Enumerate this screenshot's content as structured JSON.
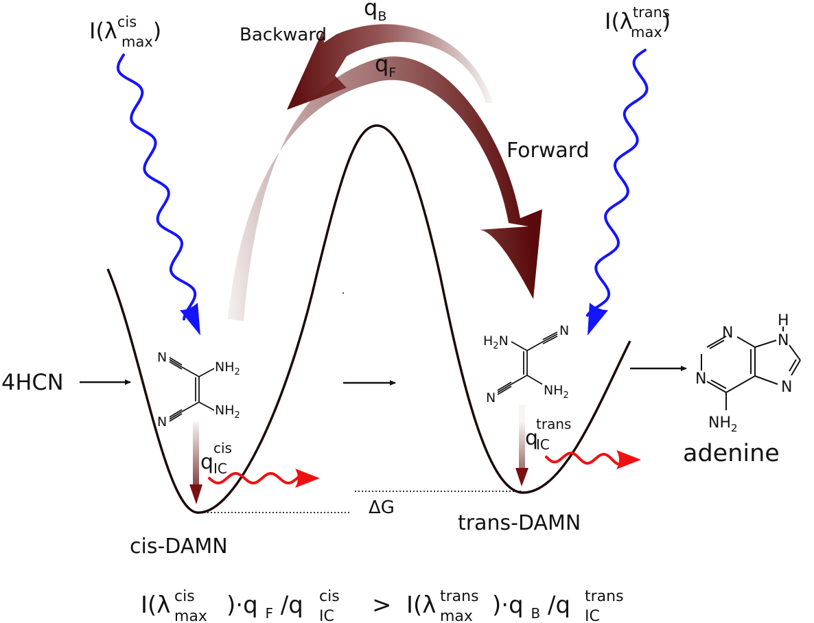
{
  "diagram": {
    "top_left_label": {
      "base": "I(λ",
      "sup": "cis",
      "sub": "max",
      "close": ")"
    },
    "top_right_label": {
      "base": "I(λ",
      "sup": "trans",
      "sub": "max",
      "close": ")"
    },
    "backward_label": "Backward",
    "forward_label": "Forward",
    "qB": {
      "base": "q",
      "sub": "B"
    },
    "qF": {
      "base": "q",
      "sub": "F"
    },
    "reactant": "4HCN",
    "product": "adenine",
    "cis_name": "cis-DAMN",
    "trans_name": "trans-DAMN",
    "delta_g": "ΔG",
    "q_ic_cis": {
      "base": "q",
      "sup": "cis",
      "sub": "IC"
    },
    "q_ic_trans": {
      "base": "q",
      "sup": "trans",
      "sub": "IC"
    },
    "cis_molecule": {
      "n1": "N",
      "nh2_1": "NH",
      "sub1": "2",
      "n2": "N",
      "nh2_2": "NH",
      "sub2": "2"
    },
    "trans_molecule": {
      "h2n": "H",
      "h2n_sub": "2",
      "h2n_n": "N",
      "n1": "N",
      "n2": "N",
      "nh2": "NH",
      "nh2_sub": "2"
    },
    "adenine_molecule": {
      "n1": "N",
      "n3": "N",
      "n7": "N",
      "n9": "N",
      "h9": "H",
      "nh2": "NH",
      "nh2_sub": "2"
    },
    "equation": {
      "lhs_base": "I(λ",
      "lhs_sup": "cis",
      "lhs_sub": "max",
      "lhs_mid": ")·q",
      "lhs_qsub": "F",
      "lhs_div": "/q",
      "lhs_icsup": "cis",
      "lhs_icsub": "IC",
      "op": ">",
      "rhs_base": "I(λ",
      "rhs_sup": "trans",
      "rhs_sub": "max",
      "rhs_mid": ")·q",
      "rhs_qsub": "B",
      "rhs_div": "/q",
      "rhs_icsup": "trans",
      "rhs_icsub": "IC"
    },
    "colors": {
      "curve": "#1a0a0a",
      "photon": "#1414ff",
      "arrow_dark": "#5a0a0a",
      "emission": "#ee1111"
    }
  }
}
